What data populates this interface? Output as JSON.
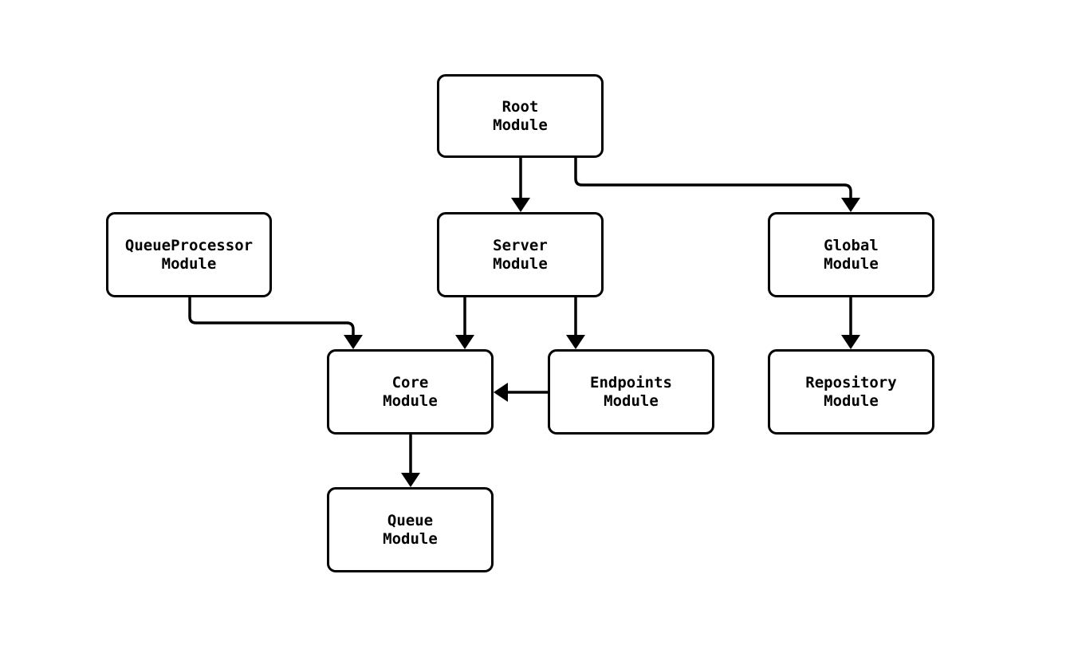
{
  "diagram": {
    "type": "flowchart",
    "description": "Module dependency diagram",
    "background_color": "#ffffff",
    "node_fill_color": "#ffffff",
    "node_border_color": "#000000",
    "edge_color": "#000000",
    "nodes": [
      {
        "id": "root",
        "label": "Root\nModule"
      },
      {
        "id": "queueprocessor",
        "label": "QueueProcessor\nModule"
      },
      {
        "id": "server",
        "label": "Server\nModule"
      },
      {
        "id": "global",
        "label": "Global\nModule"
      },
      {
        "id": "core",
        "label": "Core\nModule"
      },
      {
        "id": "endpoints",
        "label": "Endpoints\nModule"
      },
      {
        "id": "repository",
        "label": "Repository\nModule"
      },
      {
        "id": "queue",
        "label": "Queue\nModule"
      }
    ],
    "edges": [
      {
        "from": "Root Module",
        "to": "Server Module"
      },
      {
        "from": "Root Module",
        "to": "Global Module"
      },
      {
        "from": "QueueProcessor Module",
        "to": "Core Module"
      },
      {
        "from": "Server Module",
        "to": "Core Module"
      },
      {
        "from": "Server Module",
        "to": "Endpoints Module"
      },
      {
        "from": "Endpoints Module",
        "to": "Core Module"
      },
      {
        "from": "Global Module",
        "to": "Repository Module"
      },
      {
        "from": "Core Module",
        "to": "Queue Module"
      }
    ]
  }
}
